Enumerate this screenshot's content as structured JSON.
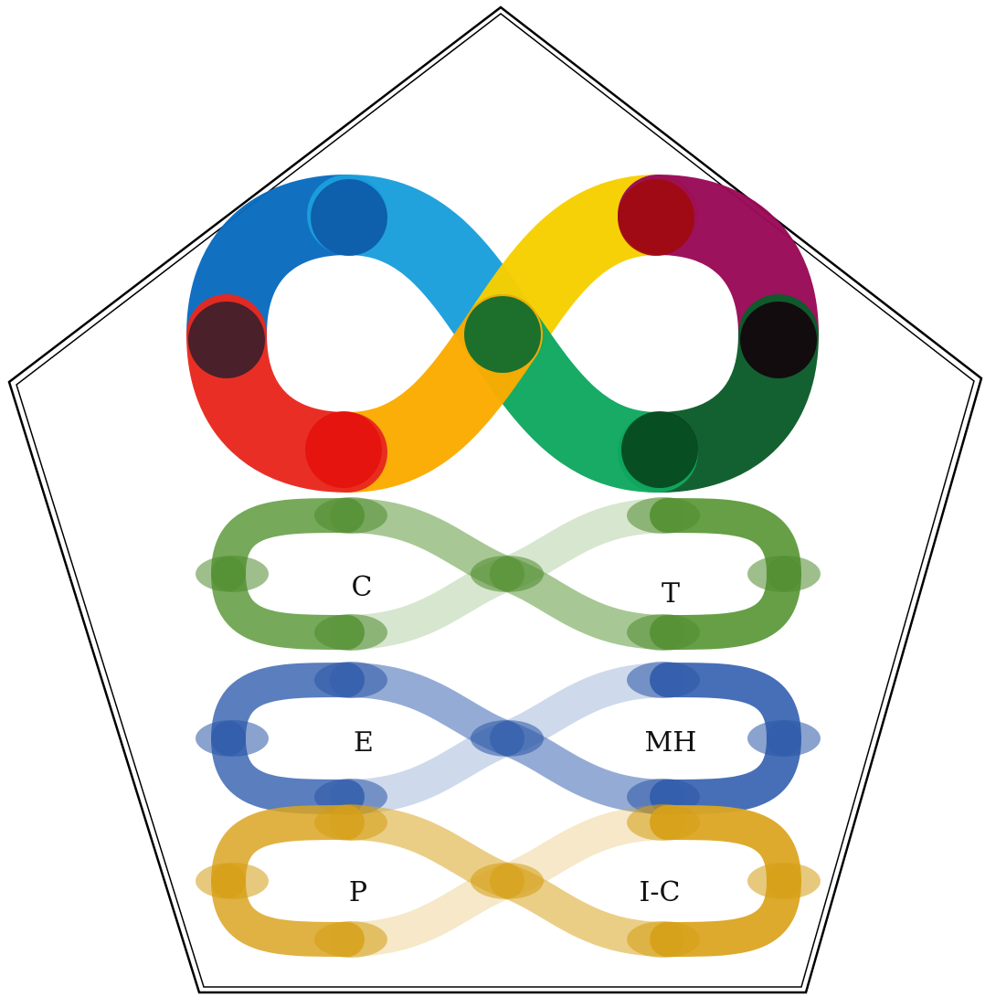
{
  "frame": {
    "stroke": "#000000"
  },
  "main_infinity": {
    "segments": [
      {
        "name": "top-left",
        "color": "#0a6bbf"
      },
      {
        "name": "top-mid-left",
        "color": "#1b9fdc"
      },
      {
        "name": "top-mid-right",
        "color": "#f7cf00"
      },
      {
        "name": "top-right",
        "color": "#9a0a57"
      },
      {
        "name": "bottom-right",
        "color": "#0b5c2a"
      },
      {
        "name": "bottom-mid-right",
        "color": "#10a860"
      },
      {
        "name": "bottom-mid-left",
        "color": "#fbab00"
      },
      {
        "name": "bottom-left",
        "color": "#e8281e"
      }
    ],
    "nodes": [
      {
        "name": "left-node",
        "color": "#3d1f2b"
      },
      {
        "name": "center-node",
        "color": "#0b6a30"
      },
      {
        "name": "right-node",
        "color": "#12050c"
      },
      {
        "name": "top-left-node",
        "color": "#0d5aa8"
      },
      {
        "name": "top-right-node",
        "color": "#a00a10"
      },
      {
        "name": "bottom-left-node",
        "color": "#e4120e"
      },
      {
        "name": "bottom-right-node",
        "color": "#08461e"
      }
    ]
  },
  "loops": [
    {
      "id": "green",
      "color": "#5e9a3c",
      "node_color": "#4e8a2e",
      "left_label": "C",
      "right_label": "T"
    },
    {
      "id": "blue",
      "color": "#3d67b3",
      "node_color": "#2a56a6",
      "left_label": "E",
      "right_label": "MH"
    },
    {
      "id": "gold",
      "color": "#dba522",
      "node_color": "#d49c12",
      "left_label": "P",
      "right_label": "I-C"
    }
  ]
}
